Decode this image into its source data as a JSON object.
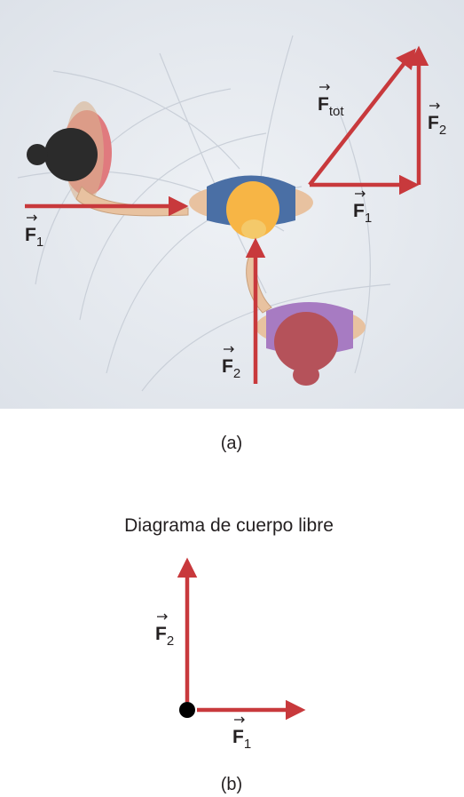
{
  "panel_a": {
    "caption": "(a)",
    "force_labels": {
      "f1_person": {
        "symbol": "F",
        "sub": "1"
      },
      "f2_person": {
        "symbol": "F",
        "sub": "2"
      },
      "f1_triangle": {
        "symbol": "F",
        "sub": "1"
      },
      "f2_triangle": {
        "symbol": "F",
        "sub": "2"
      },
      "ftot_triangle": {
        "symbol": "F",
        "sub": "tot"
      }
    },
    "hair_colors": {
      "left_person": "#2b2b2b",
      "center_person": "#f7b545",
      "bottom_person": "#b5525a"
    },
    "shirt_colors": {
      "left_person": "#e07a7e",
      "center_person": "#4a6fa5",
      "bottom_person": "#a77bc2"
    }
  },
  "panel_b": {
    "title": "Diagrama de cuerpo libre",
    "caption": "(b)",
    "force_labels": {
      "f2": {
        "symbol": "F",
        "sub": "2"
      },
      "f1": {
        "symbol": "F",
        "sub": "1"
      }
    }
  },
  "colors": {
    "arrow": "#c8393c",
    "background_panel": "#e4e8ee",
    "skin": "#e8c2a0",
    "dot": "#000000"
  }
}
